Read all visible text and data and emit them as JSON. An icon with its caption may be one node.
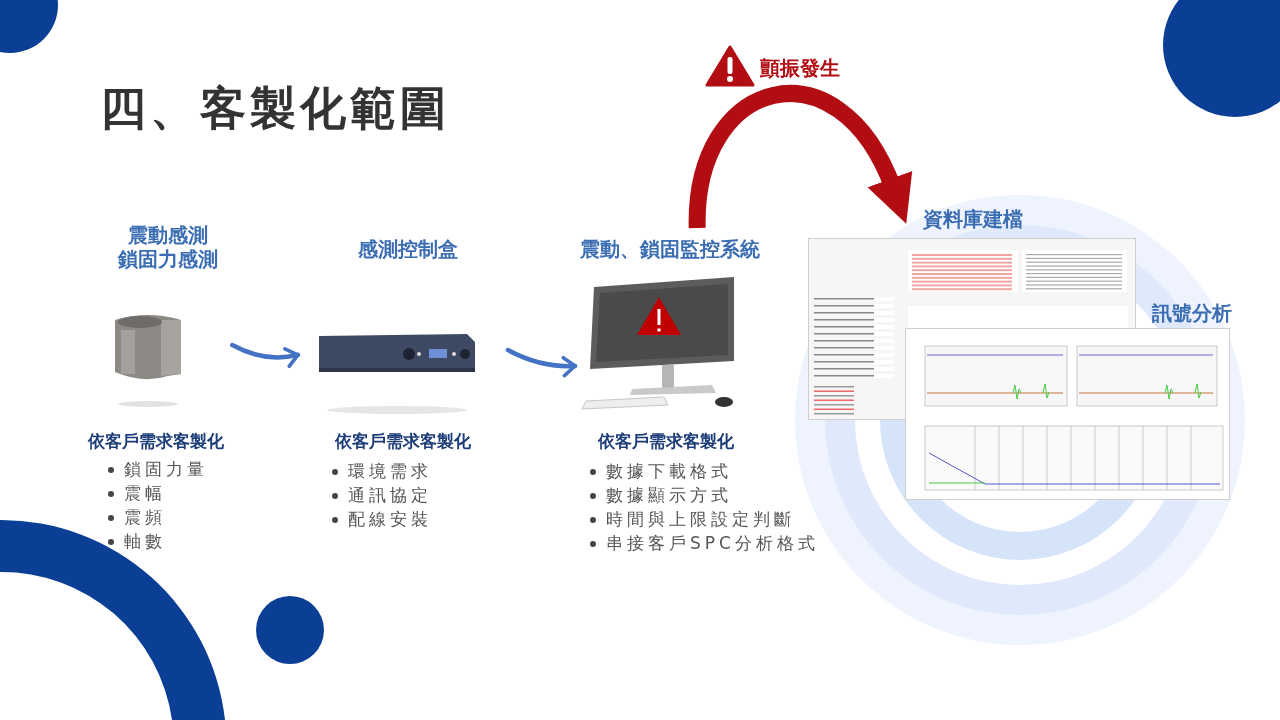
{
  "diagram": {
    "title": "四、客製化範圍",
    "nodes": [
      {
        "text": [
          "震動感測",
          "鎖固力感測",
          "依客戶需求客製化",
          "鎖固力量",
          "震幅",
          "震頻",
          "軸數"
        ]
      },
      {
        "text": [
          "感測控制盒",
          "依客戶需求客製化",
          "環境需求",
          "通訊協定",
          "配線安裝"
        ]
      },
      {
        "text": [
          "震動、鎖固監控系統",
          "依客戶需求客製化",
          "數據下載格式",
          "數據顯示方式",
          "時間與上限設定判斷",
          "串接客戶SPC分析格式"
        ]
      },
      {
        "text": [
          "資料庫建檔"
        ]
      },
      {
        "text": [
          "訊號分析"
        ]
      }
    ],
    "edges": [
      {
        "from": 0,
        "to": 1,
        "arrow": "to"
      },
      {
        "from": 1,
        "to": 2,
        "arrow": "to"
      },
      {
        "from": 2,
        "to": 3,
        "arrow": "to",
        "label": "顫振發生",
        "style": "thick",
        "color": "#b30d14"
      }
    ]
  }
}
